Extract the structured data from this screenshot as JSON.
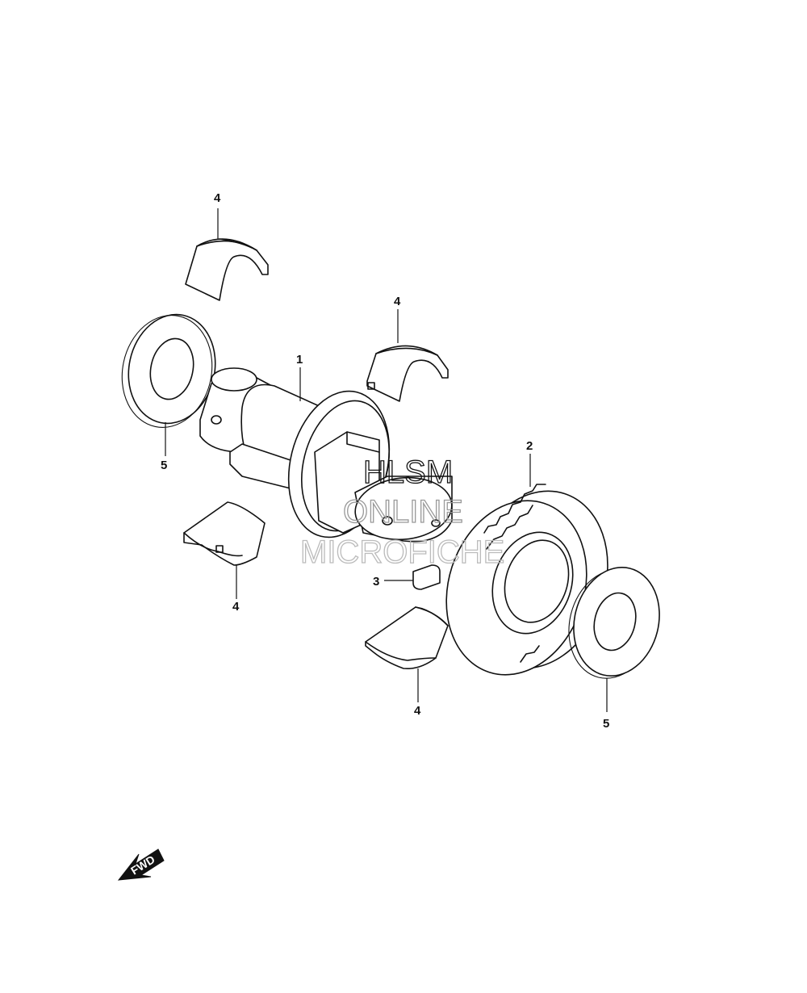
{
  "callouts": {
    "c1": "1",
    "c2": "2",
    "c3": "3",
    "c4a": "4",
    "c4b": "4",
    "c4c": "4",
    "c4d": "4",
    "c5a": "5",
    "c5b": "5"
  },
  "watermark": {
    "line1": "HLSM",
    "line2": "ONLINE",
    "line3": "MICROFICHE"
  },
  "fwd_label": "FWD",
  "colors": {
    "line": "#111111",
    "watermark": "#bbbbbb",
    "background": "#ffffff"
  }
}
